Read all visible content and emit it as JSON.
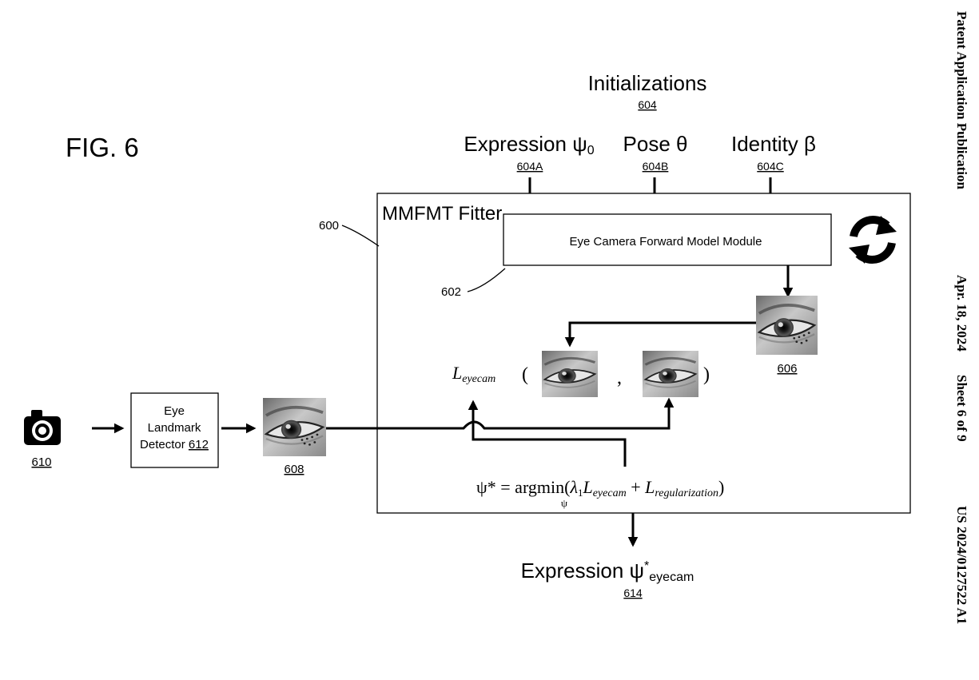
{
  "header": {
    "publication": "Patent Application Publication",
    "date": "Apr. 18, 2024",
    "sheet": "Sheet 6 of 9",
    "number": "US 2024/0127522 A1"
  },
  "figure_label": "FIG. 6",
  "initializations": {
    "title": "Initializations",
    "ref": "604"
  },
  "inputs": [
    {
      "label": "Expression ψ",
      "sub": "0",
      "ref": "604A"
    },
    {
      "label": "Pose θ",
      "ref": "604B"
    },
    {
      "label": "Identity β",
      "ref": "604C"
    }
  ],
  "fitter": {
    "label": "MMFMT Fitter",
    "ref": "600"
  },
  "forward_model": {
    "label": "Eye Camera Forward Model Module",
    "ref": "602"
  },
  "rendered_image": {
    "ref": "606"
  },
  "captured_image": {
    "ref": "608"
  },
  "camera": {
    "icon": "camera-icon",
    "ref": "610"
  },
  "detector": {
    "line1": "Eye",
    "line2": "Landmark",
    "line3": "Detector",
    "ref": "612"
  },
  "loss": {
    "L": "L",
    "sub": "eyecam",
    "open": "(",
    "comma": ",",
    "close": ")"
  },
  "objective": {
    "lhs": "ψ* = argmin",
    "under": "ψ",
    "lambda": "λ",
    "lambda_sub": "1",
    "L1": "L",
    "L1_sub": "eyecam",
    "plus": " + ",
    "L2": "L",
    "L2_sub": "regularization"
  },
  "output": {
    "label": "Expression ψ",
    "sup": "*",
    "sub": "eyecam",
    "ref": "614"
  },
  "loop_icon": "refresh-icon"
}
